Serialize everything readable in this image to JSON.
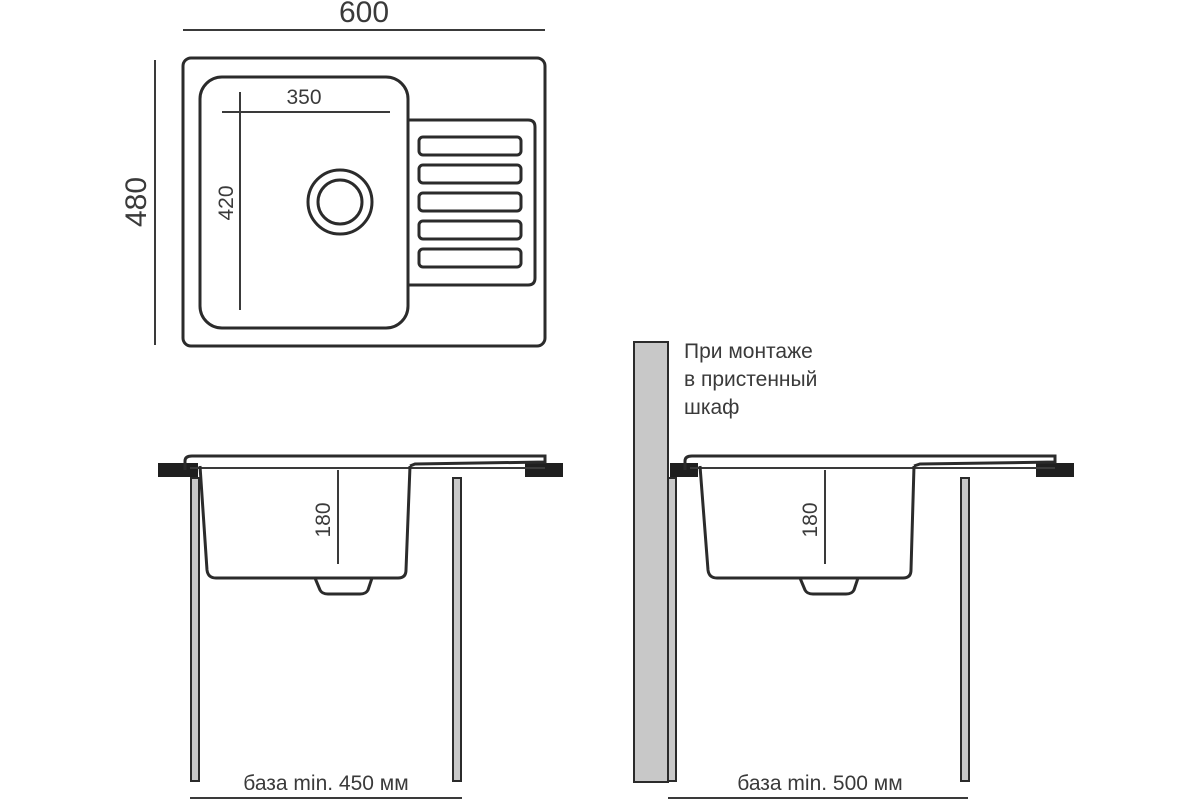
{
  "top_view": {
    "width_label": "600",
    "height_label": "480",
    "bowl_width_label": "350",
    "bowl_depth_label": "420"
  },
  "side_view_left": {
    "depth_label": "180",
    "base_label": "база min. 450 мм"
  },
  "side_view_right": {
    "depth_label": "180",
    "base_label": "база min. 500 мм",
    "note_lines": [
      "При монтаже",
      "в пристенный",
      "шкаф"
    ]
  }
}
